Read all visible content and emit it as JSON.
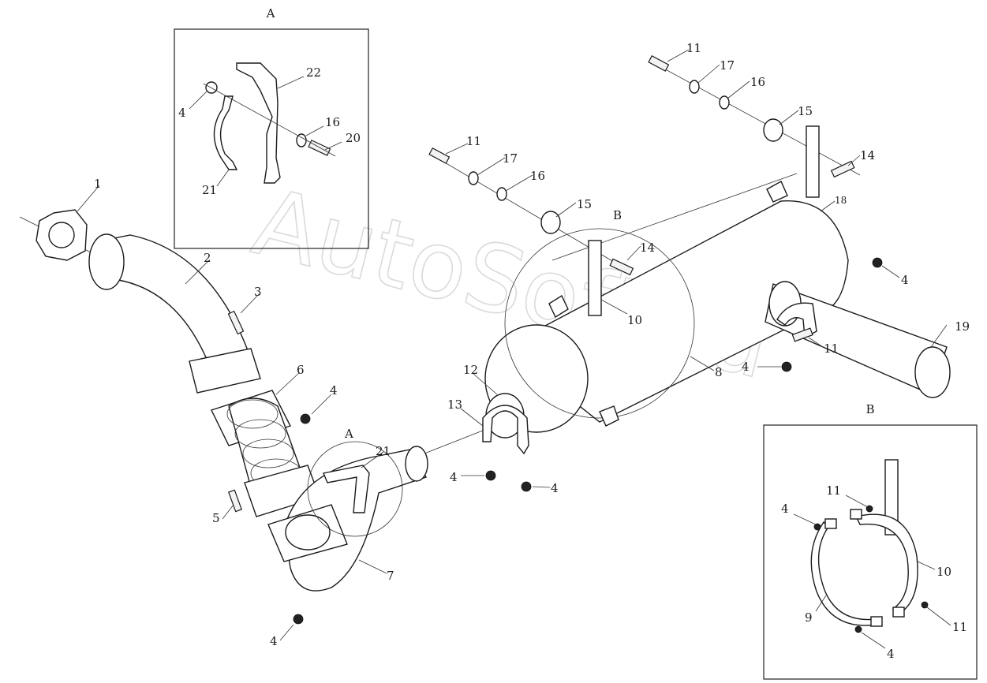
{
  "watermark": "AutoSoft.ru",
  "detail_a": {
    "title": "A",
    "labels": [
      "4",
      "22",
      "16",
      "20",
      "21"
    ]
  },
  "detail_b": {
    "title": "B",
    "labels": [
      "4",
      "11",
      "10",
      "9",
      "11",
      "4"
    ]
  },
  "main_view": {
    "marker_a": "A",
    "marker_b": "B",
    "labels": [
      "1",
      "2",
      "3",
      "6",
      "4",
      "5",
      "4",
      "7",
      "21",
      "13",
      "12",
      "4",
      "4",
      "11",
      "17",
      "16",
      "15",
      "14",
      "10",
      "8",
      "11",
      "17",
      "16",
      "15",
      "14",
      "18",
      "4",
      "19",
      "11",
      "4"
    ]
  }
}
